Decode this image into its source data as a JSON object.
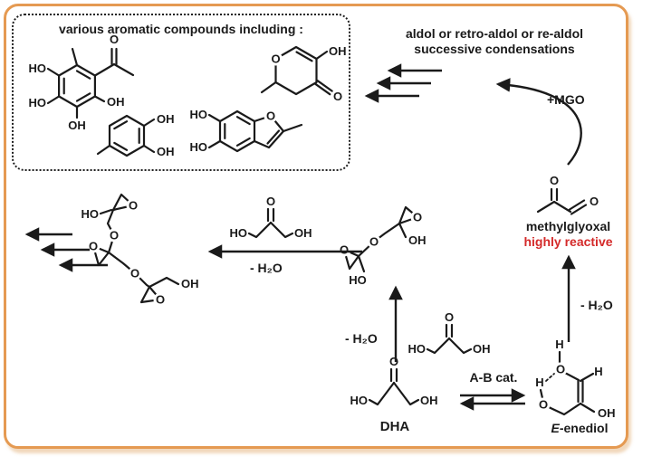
{
  "colors": {
    "border": "#e59a52",
    "ink": "#1a1a1a",
    "red": "#d42a2a"
  },
  "aromatic_box": {
    "title": "various aromatic compounds including :"
  },
  "annotations": {
    "aldol_line1": "aldol or retro-aldol or re-aldol",
    "aldol_line2": "successive condensations",
    "plus_mgo": "+MGO",
    "minus_h2o": "- H₂O",
    "ab_catalyst": "A-B cat."
  },
  "species": {
    "methylglyoxal_name": "methylglyoxal",
    "methylglyoxal_note": "highly reactive",
    "dha_name": "DHA",
    "enediol_prefix": "E",
    "enediol_suffix": "-enediol"
  },
  "atoms": {
    "O": "O",
    "OH": "OH",
    "HO": "HO",
    "H": "H"
  }
}
